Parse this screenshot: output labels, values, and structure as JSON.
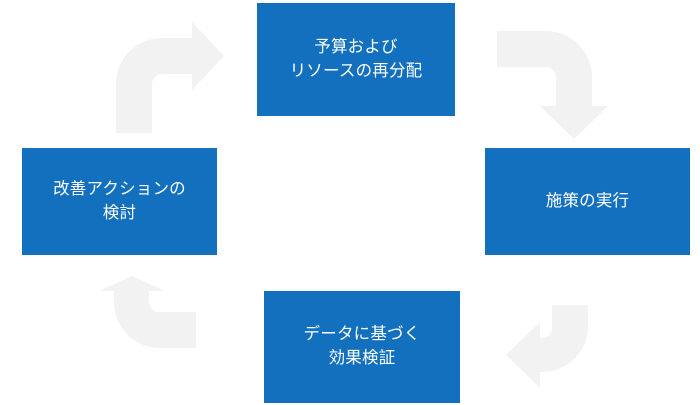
{
  "diagram": {
    "type": "cycle",
    "title": "",
    "background_color": "#FFFFFF",
    "node_color": "#1270BE",
    "node_text_color": "#FFFFFF",
    "arrow_color": "#F2F2F2",
    "direction": "clockwise",
    "nodes": [
      {
        "id": "budget-resource-reallocation",
        "position": "top",
        "label": "予算および\nリソースの再分配"
      },
      {
        "id": "measure-execution",
        "position": "right",
        "label": "施策の実行"
      },
      {
        "id": "data-driven-effect-verification",
        "position": "bottom",
        "label": "データに基づく\n効果検証"
      },
      {
        "id": "improvement-action-review",
        "position": "left",
        "label": "改善アクションの\n検討"
      }
    ],
    "arrows": [
      {
        "id": "arrow-left-to-top",
        "from": "improvement-action-review",
        "to": "budget-resource-reallocation",
        "quadrant": "top-left",
        "points": "right"
      },
      {
        "id": "arrow-top-to-right",
        "from": "budget-resource-reallocation",
        "to": "measure-execution",
        "quadrant": "top-right",
        "points": "down"
      },
      {
        "id": "arrow-right-to-bottom",
        "from": "measure-execution",
        "to": "data-driven-effect-verification",
        "quadrant": "bottom-right",
        "points": "left"
      },
      {
        "id": "arrow-bottom-to-left",
        "from": "data-driven-effect-verification",
        "to": "improvement-action-review",
        "quadrant": "bottom-left",
        "points": "up"
      }
    ]
  }
}
